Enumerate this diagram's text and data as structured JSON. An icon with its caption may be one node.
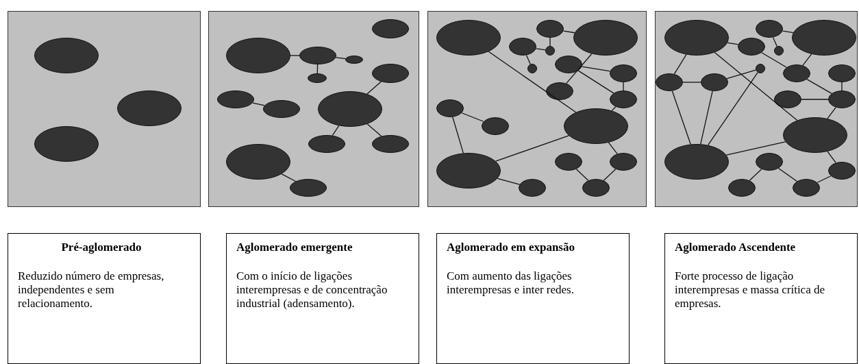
{
  "diagram": {
    "nodes": [
      {
        "text": [],
        "shape": "box"
      },
      {
        "text": [],
        "shape": "ellipse",
        "in": 0
      },
      {
        "text": [],
        "shape": "ellipse",
        "in": 0
      },
      {
        "text": [],
        "shape": "ellipse",
        "in": 0
      },
      {
        "text": [],
        "shape": "box"
      },
      {
        "text": [],
        "shape": "ellipse",
        "in": 4
      },
      {
        "text": [],
        "shape": "ellipse",
        "in": 4
      },
      {
        "text": [],
        "shape": "ellipse",
        "in": 4
      },
      {
        "text": [],
        "shape": "ellipse",
        "in": 4
      },
      {
        "text": [],
        "shape": "ellipse",
        "in": 4
      },
      {
        "text": [],
        "shape": "ellipse",
        "in": 4
      },
      {
        "text": [],
        "shape": "ellipse",
        "in": 4
      },
      {
        "text": [],
        "shape": "ellipse",
        "in": 4
      },
      {
        "text": [],
        "shape": "ellipse",
        "in": 4
      },
      {
        "text": [],
        "shape": "ellipse",
        "in": 4
      },
      {
        "text": [],
        "shape": "ellipse",
        "in": 4
      },
      {
        "text": [],
        "shape": "ellipse",
        "in": 4
      },
      {
        "text": [],
        "shape": "ellipse",
        "in": 4
      },
      {
        "text": [],
        "shape": "box"
      },
      {
        "text": [],
        "shape": "ellipse",
        "in": 18
      },
      {
        "text": [],
        "shape": "ellipse",
        "in": 18
      },
      {
        "text": [],
        "shape": "ellipse",
        "in": 18
      },
      {
        "text": [],
        "shape": "ellipse",
        "in": 18
      },
      {
        "text": [],
        "shape": "ellipse",
        "in": 18
      },
      {
        "text": [],
        "shape": "ellipse",
        "in": 18
      },
      {
        "text": [],
        "shape": "ellipse",
        "in": 18
      },
      {
        "text": [],
        "shape": "ellipse",
        "in": 18
      },
      {
        "text": [],
        "shape": "ellipse",
        "in": 18
      },
      {
        "text": [],
        "shape": "ellipse",
        "in": 18
      },
      {
        "text": [],
        "shape": "ellipse",
        "in": 18
      },
      {
        "text": [],
        "shape": "ellipse",
        "in": 18
      },
      {
        "text": [],
        "shape": "ellipse",
        "in": 18
      },
      {
        "text": [],
        "shape": "ellipse",
        "in": 18
      },
      {
        "text": [],
        "shape": "ellipse",
        "in": 18
      },
      {
        "text": [],
        "shape": "ellipse",
        "in": 18
      },
      {
        "text": [],
        "shape": "ellipse",
        "in": 18
      },
      {
        "text": [],
        "shape": "ellipse",
        "in": 18
      },
      {
        "text": [],
        "shape": "box"
      },
      {
        "text": [],
        "shape": "ellipse",
        "in": 37
      },
      {
        "text": [],
        "shape": "ellipse",
        "in": 37
      },
      {
        "text": [],
        "shape": "ellipse",
        "in": 37
      },
      {
        "text": [],
        "shape": "ellipse",
        "in": 37
      },
      {
        "text": [],
        "shape": "ellipse",
        "in": 37
      },
      {
        "text": [],
        "shape": "ellipse",
        "in": 37
      },
      {
        "text": [],
        "shape": "ellipse",
        "in": 37
      },
      {
        "text": [],
        "shape": "ellipse",
        "in": 37
      },
      {
        "text": [],
        "shape": "ellipse",
        "in": 37
      },
      {
        "text": [],
        "shape": "ellipse",
        "in": 37
      },
      {
        "text": [],
        "shape": "ellipse",
        "in": 37
      },
      {
        "text": [],
        "shape": "ellipse",
        "in": 37
      },
      {
        "text": [],
        "shape": "ellipse",
        "in": 37
      },
      {
        "text": [],
        "shape": "ellipse",
        "in": 37
      },
      {
        "text": [],
        "shape": "ellipse",
        "in": 37
      },
      {
        "text": [],
        "shape": "ellipse",
        "in": 37
      },
      {
        "text": [],
        "shape": "ellipse",
        "in": 37
      },
      {
        "text": [],
        "shape": "ellipse",
        "in": 37
      },
      {
        "text": [
          "Pré-aglomerado",
          "Reduzido número de empresas, independentes e sem relacionamento."
        ]
      },
      {
        "text": [
          "Aglomerado emergente",
          "Com o início de ligações interempresas e de concentração industrial (adensamento)."
        ]
      },
      {
        "text": [
          "Aglomerado em expansão",
          "Com aumento das ligações interempresas e inter redes."
        ]
      },
      {
        "text": [
          "Aglomerado Ascendente",
          "Forte processo de ligação interempresas e massa crítica de empresas."
        ]
      }
    ],
    "edges": [
      {
        "from": 6,
        "to": 7,
        "arrow": "none"
      },
      {
        "from": 7,
        "to": 8,
        "arrow": "none"
      },
      {
        "from": 7,
        "to": 10,
        "arrow": "none"
      },
      {
        "from": 11,
        "to": 12,
        "arrow": "none"
      },
      {
        "from": 13,
        "to": 9,
        "arrow": "none"
      },
      {
        "from": 13,
        "to": 14,
        "arrow": "none"
      },
      {
        "from": 13,
        "to": 15,
        "arrow": "none"
      },
      {
        "from": 16,
        "to": 17,
        "arrow": "none"
      },
      {
        "from": 20,
        "to": 31,
        "arrow": "none"
      },
      {
        "from": 19,
        "to": 21,
        "arrow": "none"
      },
      {
        "from": 19,
        "to": 23,
        "arrow": "none"
      },
      {
        "from": 22,
        "to": 23,
        "arrow": "none"
      },
      {
        "from": 22,
        "to": 25,
        "arrow": "none"
      },
      {
        "from": 21,
        "to": 27,
        "arrow": "none"
      },
      {
        "from": 24,
        "to": 26,
        "arrow": "none"
      },
      {
        "from": 24,
        "to": 28,
        "arrow": "none"
      },
      {
        "from": 26,
        "to": 28,
        "arrow": "none"
      },
      {
        "from": 28,
        "to": 31,
        "arrow": "none"
      },
      {
        "from": 29,
        "to": 30,
        "arrow": "none"
      },
      {
        "from": 29,
        "to": 34,
        "arrow": "none"
      },
      {
        "from": 34,
        "to": 31,
        "arrow": "none"
      },
      {
        "from": 34,
        "to": 35,
        "arrow": "none"
      },
      {
        "from": 31,
        "to": 33,
        "arrow": "none"
      },
      {
        "from": 32,
        "to": 36,
        "arrow": "none"
      },
      {
        "from": 33,
        "to": 36,
        "arrow": "none"
      },
      {
        "from": 39,
        "to": 41,
        "arrow": "none"
      },
      {
        "from": 41,
        "to": 44,
        "arrow": "none"
      },
      {
        "from": 38,
        "to": 42,
        "arrow": "none"
      },
      {
        "from": 38,
        "to": 40,
        "arrow": "none"
      },
      {
        "from": 40,
        "to": 44,
        "arrow": "none"
      },
      {
        "from": 39,
        "to": 46,
        "arrow": "none"
      },
      {
        "from": 39,
        "to": 50,
        "arrow": "none"
      },
      {
        "from": 46,
        "to": 47,
        "arrow": "none"
      },
      {
        "from": 46,
        "to": 51,
        "arrow": "none"
      },
      {
        "from": 47,
        "to": 43,
        "arrow": "none"
      },
      {
        "from": 47,
        "to": 51,
        "arrow": "none"
      },
      {
        "from": 51,
        "to": 43,
        "arrow": "none"
      },
      {
        "from": 51,
        "to": 50,
        "arrow": "none"
      },
      {
        "from": 44,
        "to": 49,
        "arrow": "none"
      },
      {
        "from": 48,
        "to": 49,
        "arrow": "none"
      },
      {
        "from": 45,
        "to": 49,
        "arrow": "none"
      },
      {
        "from": 49,
        "to": 50,
        "arrow": "none"
      },
      {
        "from": 50,
        "to": 53,
        "arrow": "none"
      },
      {
        "from": 52,
        "to": 54,
        "arrow": "none"
      },
      {
        "from": 52,
        "to": 55,
        "arrow": "none"
      },
      {
        "from": 55,
        "to": 53,
        "arrow": "none"
      }
    ]
  }
}
